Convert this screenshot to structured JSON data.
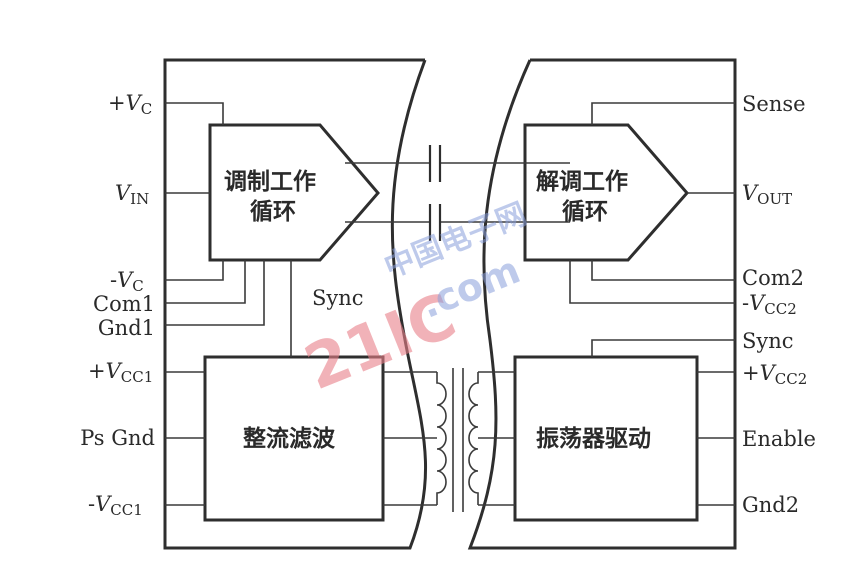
{
  "left_pins": {
    "vc_pos": {
      "sign": "+",
      "main": "V",
      "sub": "C"
    },
    "vin": {
      "main": "V",
      "sub": "IN"
    },
    "vc_neg": {
      "sign": "-",
      "main": "V",
      "sub": "C"
    },
    "com1": "Com1",
    "gnd1": "Gnd1",
    "vcc1_pos": {
      "sign": "+",
      "main": "V",
      "sub": "CC1"
    },
    "ps_gnd": "Ps Gnd",
    "vcc1_neg": {
      "sign": "-",
      "main": "V",
      "sub": "CC1"
    }
  },
  "right_pins": {
    "sense": "Sense",
    "vout": {
      "main": "V",
      "sub": "OUT"
    },
    "com2": "Com2",
    "vcc2_neg": {
      "sign": "-",
      "main": "V",
      "sub": "CC2"
    },
    "sync": "Sync",
    "vcc2_pos": {
      "sign": "+",
      "main": "V",
      "sub": "CC2"
    },
    "enable": "Enable",
    "gnd2": "Gnd2"
  },
  "blocks": {
    "modulator": {
      "line1": "调制工作",
      "line2": "循环"
    },
    "demodulator": {
      "line1": "解调工作",
      "line2": "循环"
    },
    "rectifier": "整流滤波",
    "oscillator": "振荡器驱动"
  },
  "sync_left": "Sync",
  "watermark": {
    "cn": "中国电子网",
    "brand": "21IC",
    "domain": ".com"
  }
}
